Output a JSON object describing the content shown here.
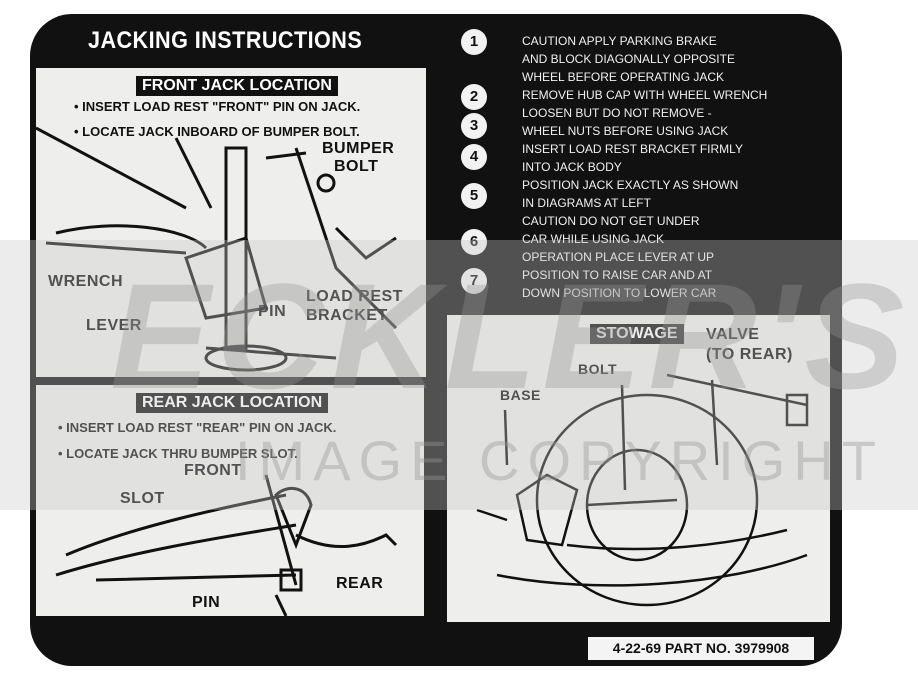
{
  "title": "JACKING INSTRUCTIONS",
  "front": {
    "heading": "FRONT JACK LOCATION",
    "bullets": [
      "• INSERT LOAD REST \"FRONT\" PIN ON JACK.",
      "• LOCATE JACK INBOARD OF BUMPER BOLT."
    ],
    "labels": {
      "bumper": "BUMPER",
      "bolt": "BOLT",
      "wrench": "WRENCH",
      "lever": "LEVER",
      "pin": "PIN",
      "load_rest": "LOAD REST",
      "bracket": "BRACKET"
    }
  },
  "rear": {
    "heading": "REAR JACK LOCATION",
    "bullets": [
      "• INSERT LOAD REST \"REAR\" PIN ON JACK.",
      "• LOCATE JACK THRU BUMPER SLOT."
    ],
    "labels": {
      "front": "FRONT",
      "slot": "SLOT",
      "rear": "REAR",
      "pin": "PIN"
    }
  },
  "stowage": {
    "heading": "STOWAGE",
    "labels": {
      "valve": "VALVE",
      "to_rear": "(TO REAR)",
      "bolt": "BOLT",
      "base": "BASE"
    }
  },
  "steps": {
    "numbers": [
      "1",
      "2",
      "3",
      "4",
      "5",
      "6",
      "7"
    ],
    "lines": [
      "CAUTION  APPLY PARKING BRAKE",
      "AND BLOCK DIAGONALLY OPPOSITE",
      "WHEEL BEFORE OPERATING JACK",
      "REMOVE HUB CAP WITH WHEEL WRENCH",
      "LOOSEN  BUT DO NOT REMOVE -",
      "WHEEL NUTS BEFORE USING JACK",
      "INSERT LOAD REST BRACKET FIRMLY",
      "INTO JACK BODY",
      "POSITION JACK EXACTLY AS SHOWN",
      "IN DIAGRAMS AT LEFT",
      "CAUTION  DO NOT GET UNDER",
      "CAR WHILE USING JACK",
      "OPERATION  PLACE LEVER AT  UP",
      "POSITION TO RAISE CAR  AND AT",
      "DOWN  POSITION TO LOWER CAR"
    ]
  },
  "part_number": "4-22-69 PART NO. 3979908",
  "watermark": {
    "brand": "ECKLER'S",
    "copyright": "IMAGE COPYRIGHT"
  }
}
